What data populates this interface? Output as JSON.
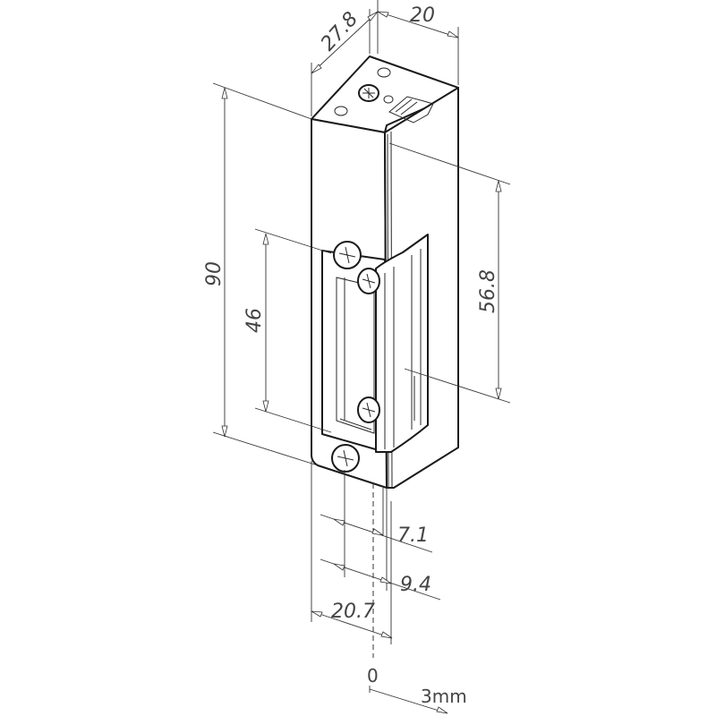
{
  "drawing": {
    "subject": "Electric door strike, isometric technical drawing",
    "dimensions": {
      "depth_top": "27.8",
      "width_top": "20",
      "height_total": "90",
      "height_inner": "46",
      "height_right": "56.8",
      "offset_1": "7.1",
      "offset_2": "9.4",
      "front_width": "20.7",
      "zero_mark": "0",
      "scale_label": "3mm"
    },
    "colors": {
      "line": "#1a1a1a",
      "dimension_line": "#333333",
      "dimension_text": "#444444",
      "background": "#ffffff"
    }
  }
}
